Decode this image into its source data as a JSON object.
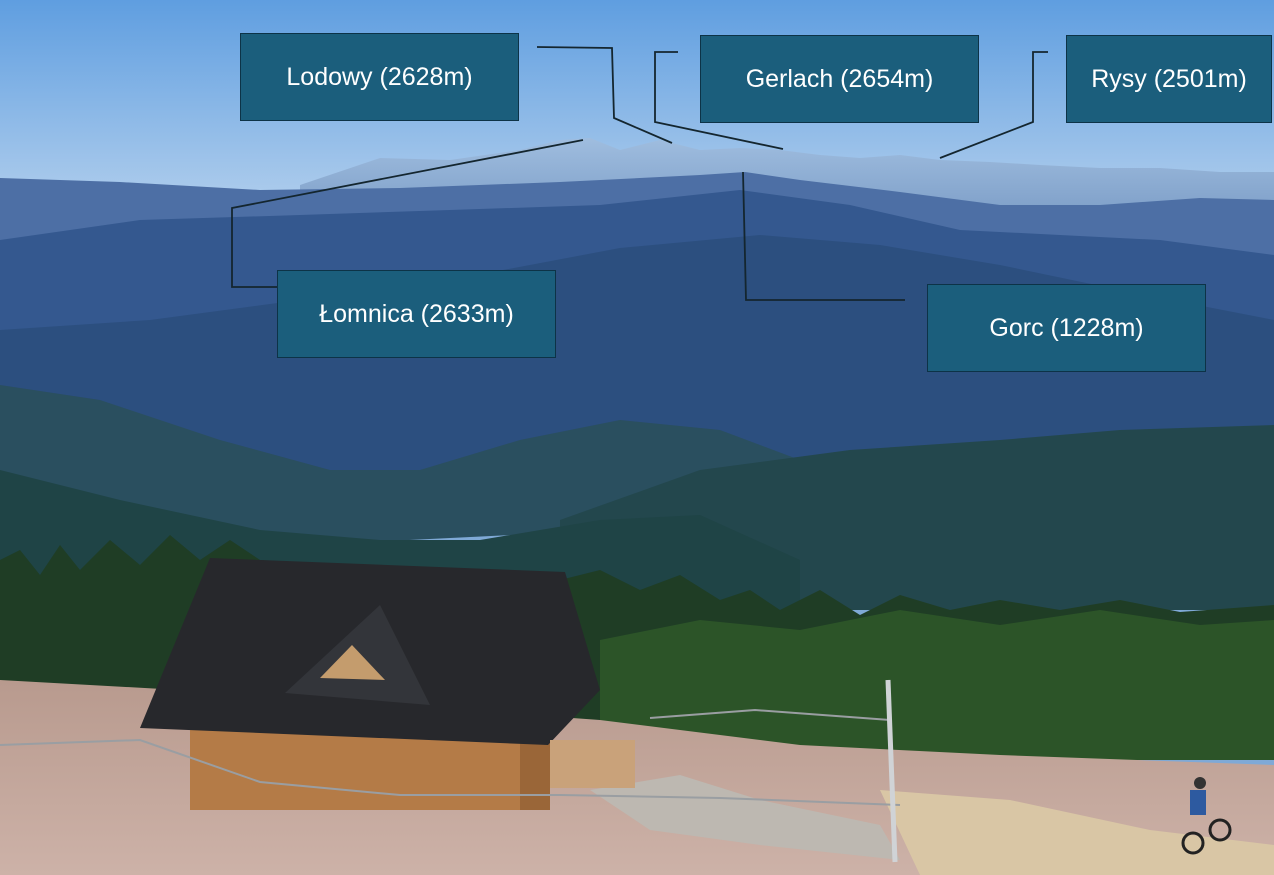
{
  "labels": {
    "lodowy": "Lodowy (2628m)",
    "gerlach": "Gerlach (2654m)",
    "rysy": "Rysy (2501m)",
    "lomnica": "Łomnica (2633m)",
    "gorc": "Gorc (1228m)"
  },
  "colors": {
    "label_fill": "#1b5e7c",
    "label_text": "#ffffff",
    "leader_line": "#14262f"
  }
}
